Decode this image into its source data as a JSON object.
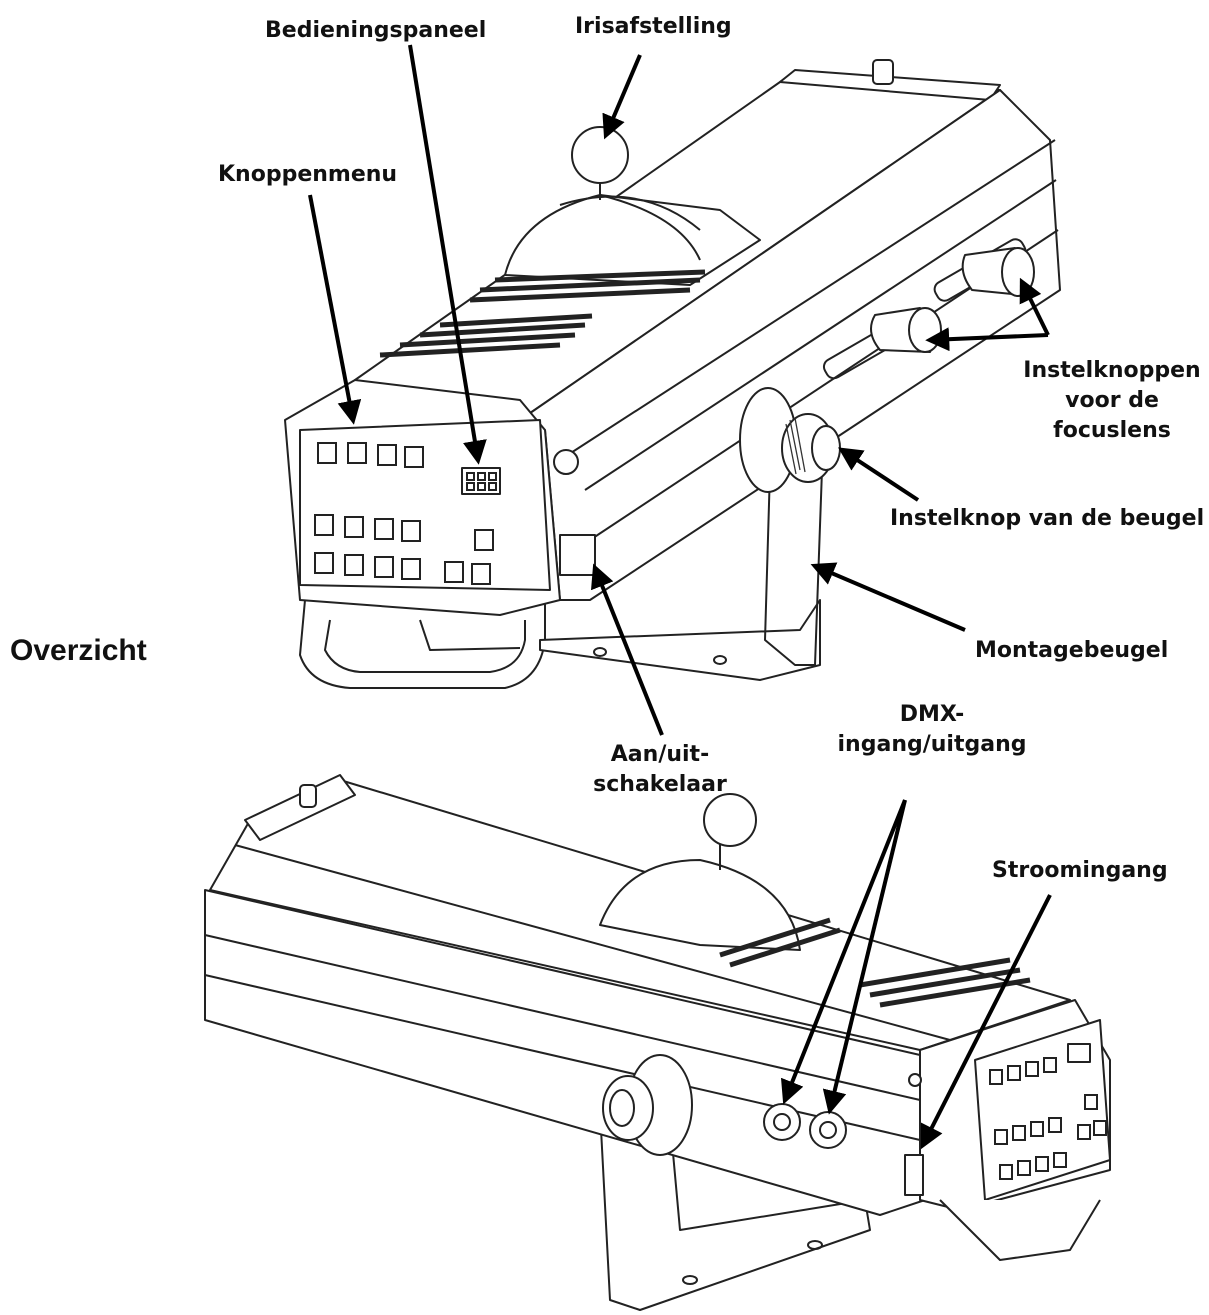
{
  "title": "Overzicht",
  "labels": {
    "irisafstelling": "Irisafstelling",
    "bedieningspaneel": "Bedieningspaneel",
    "knoppenmenu": "Knoppenmenu",
    "instelknoppen_focuslens": [
      "Instelknoppen",
      "voor de",
      "focuslens"
    ],
    "instelknop_beugel": "Instelknop van de beugel",
    "montagebeugel": "Montagebeugel",
    "aan_uit_schakelaar": [
      "Aan/uit-",
      "schakelaar"
    ],
    "dmx": [
      "DMX-",
      "ingang/uitgang"
    ],
    "stroomingang": "Stroomingang"
  },
  "colors": {
    "line": "#222222",
    "text": "#111111",
    "background": "#ffffff"
  }
}
